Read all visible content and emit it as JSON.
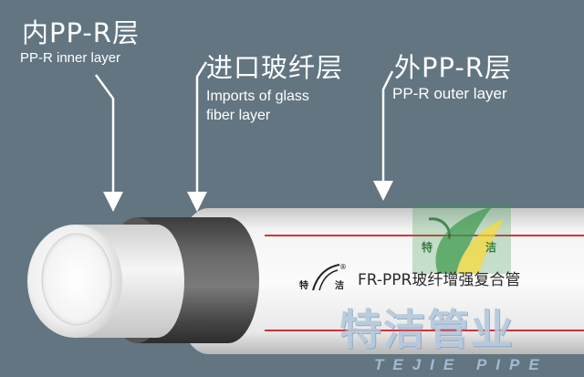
{
  "labels": {
    "inner_zh": "内PP-R层",
    "inner_en": "PP-R inner layer",
    "glass_zh": "进口玻纤层",
    "glass_en_line1": "Imports of glass",
    "glass_en_line2": "fiber layer",
    "outer_zh": "外PP-R层",
    "outer_en": "PP-R outer layer"
  },
  "pipe_print": {
    "product_text": "FR-PPR玻纤增强复合管",
    "brand_char1": "特",
    "brand_char2": "洁",
    "registered_mark": "®"
  },
  "logo": {
    "char1": "特",
    "char2": "洁"
  },
  "watermark": {
    "chinese": "特洁管业",
    "english": "TEJIE PIPE"
  },
  "colors": {
    "background": "#627581",
    "pipe_white": "#f2f2f2",
    "fiber_layer": "#5a5a5a",
    "stripe_red": "#d4333a",
    "logo_green": "#3f9a4f",
    "logo_yellow": "#e8d43a",
    "watermark_blue": "#b4c8dc"
  }
}
